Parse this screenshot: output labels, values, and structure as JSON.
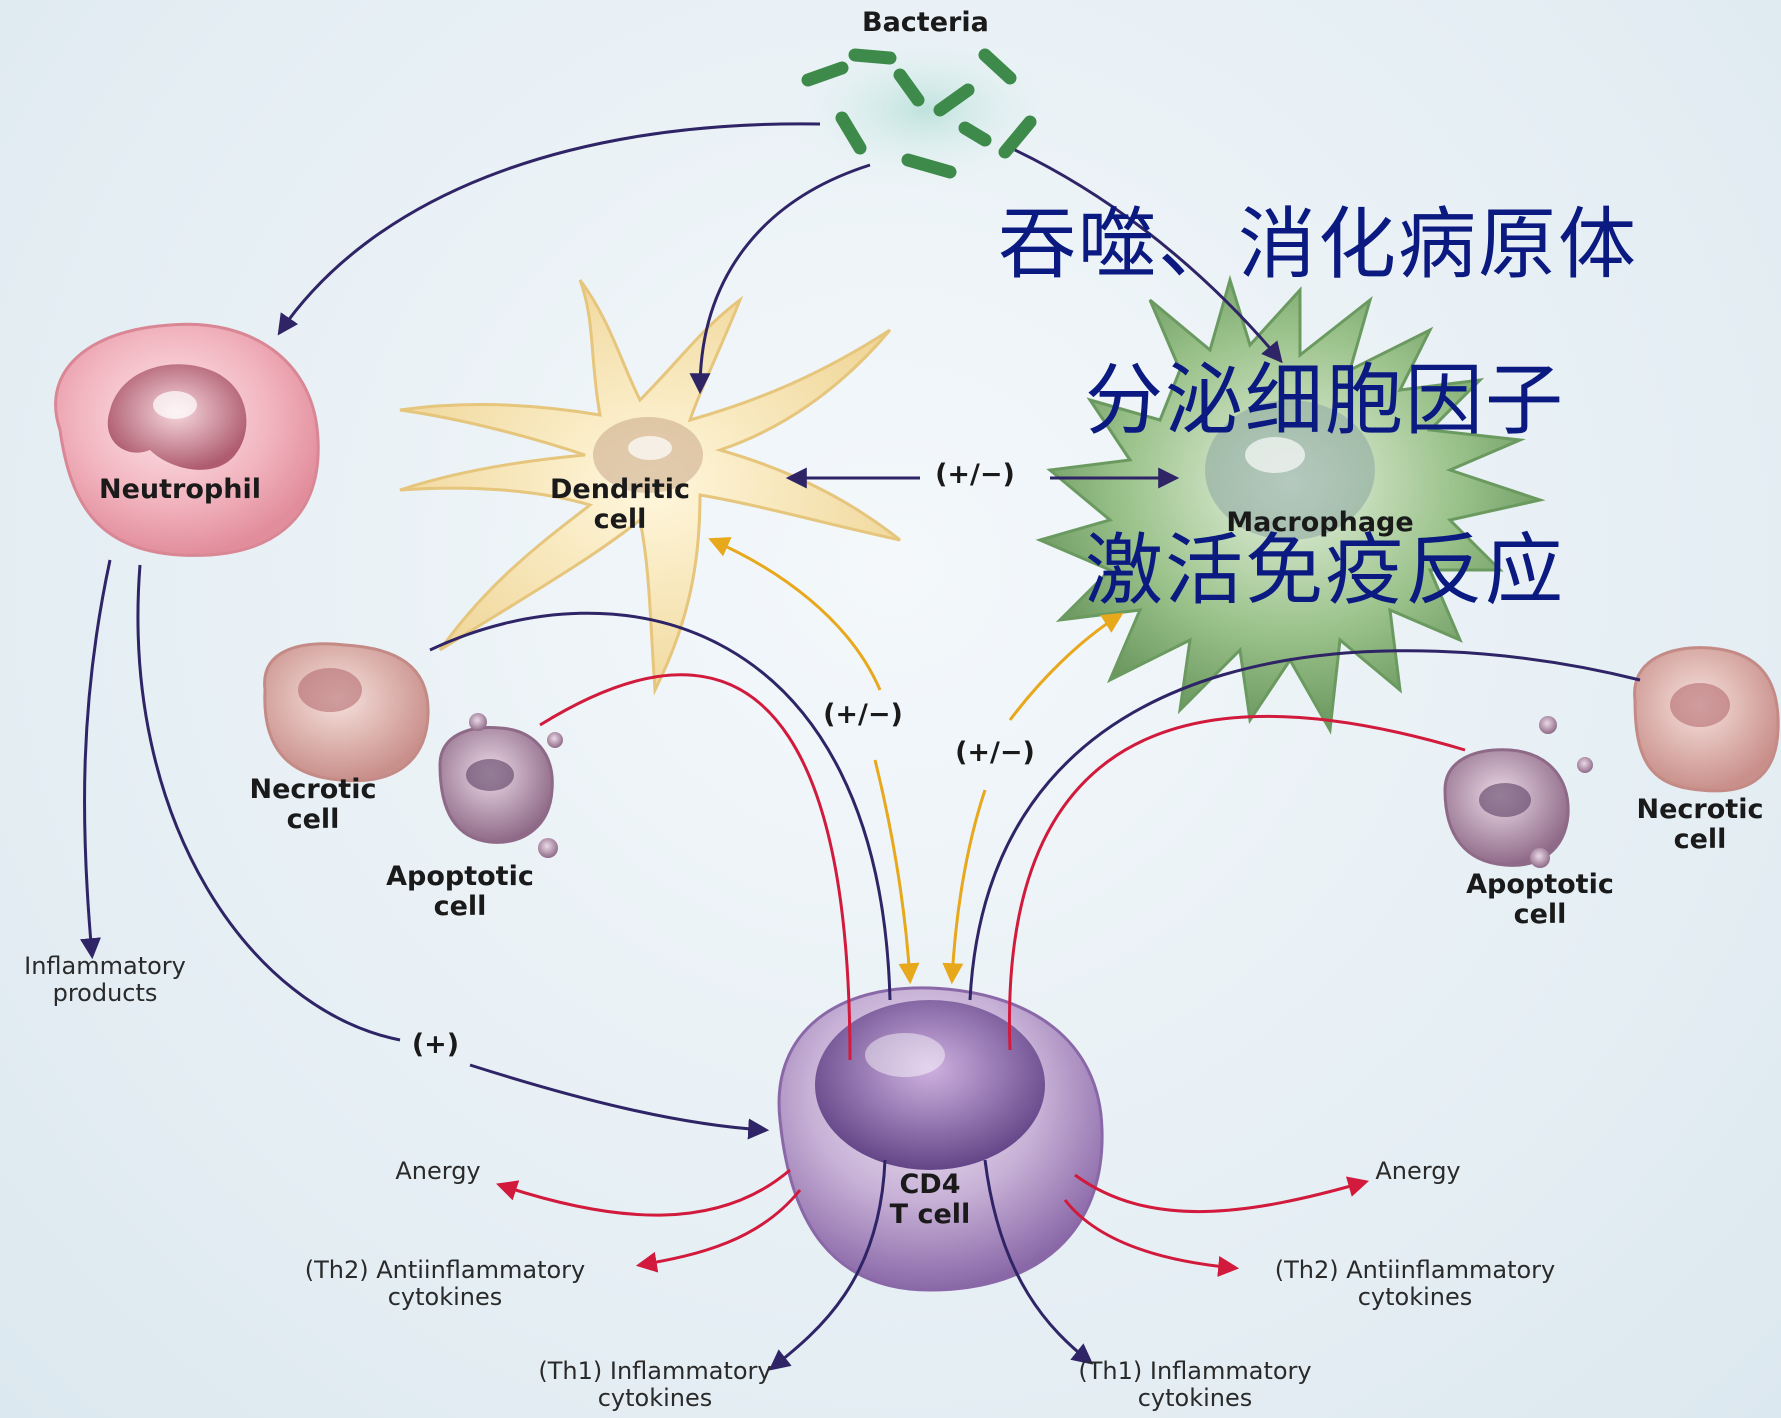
{
  "labels": {
    "bacteria": "Bacteria",
    "neutrophil": "Neutrophil",
    "dendritic": "Dendritic\ncell",
    "macrophage": "Macrophage",
    "necrotic_left": "Necrotic\ncell",
    "apoptotic_left": "Apoptotic\ncell",
    "necrotic_right": "Necrotic\ncell",
    "apoptotic_right": "Apoptotic\ncell",
    "inflammatory_products": "Inflammatory\nproducts",
    "cd4": "CD4\nT cell",
    "pm_top": "(+/−)",
    "pm_left": "(+/−)",
    "pm_right": "(+/−)",
    "plus": "(+)",
    "anergy_left": "Anergy",
    "anergy_right": "Anergy",
    "th2_left": "(Th2) Antiinflammatory\ncytokines",
    "th2_right": "(Th2) Antiinflammatory\ncytokines",
    "th1_left": "(Th1) Inflammatory\ncytokines",
    "th1_right": "(Th1) Inflammatory\ncytokines"
  },
  "overlay": {
    "line1": "吞噬、消化病原体",
    "line2": "分泌细胞因子",
    "line3": "激活免疫反应"
  },
  "colors": {
    "arrow_dark": "#2e2466",
    "arrow_red": "#d11a3c",
    "arrow_yellow": "#e8a81c",
    "overlay_text": "#0b1a80"
  }
}
